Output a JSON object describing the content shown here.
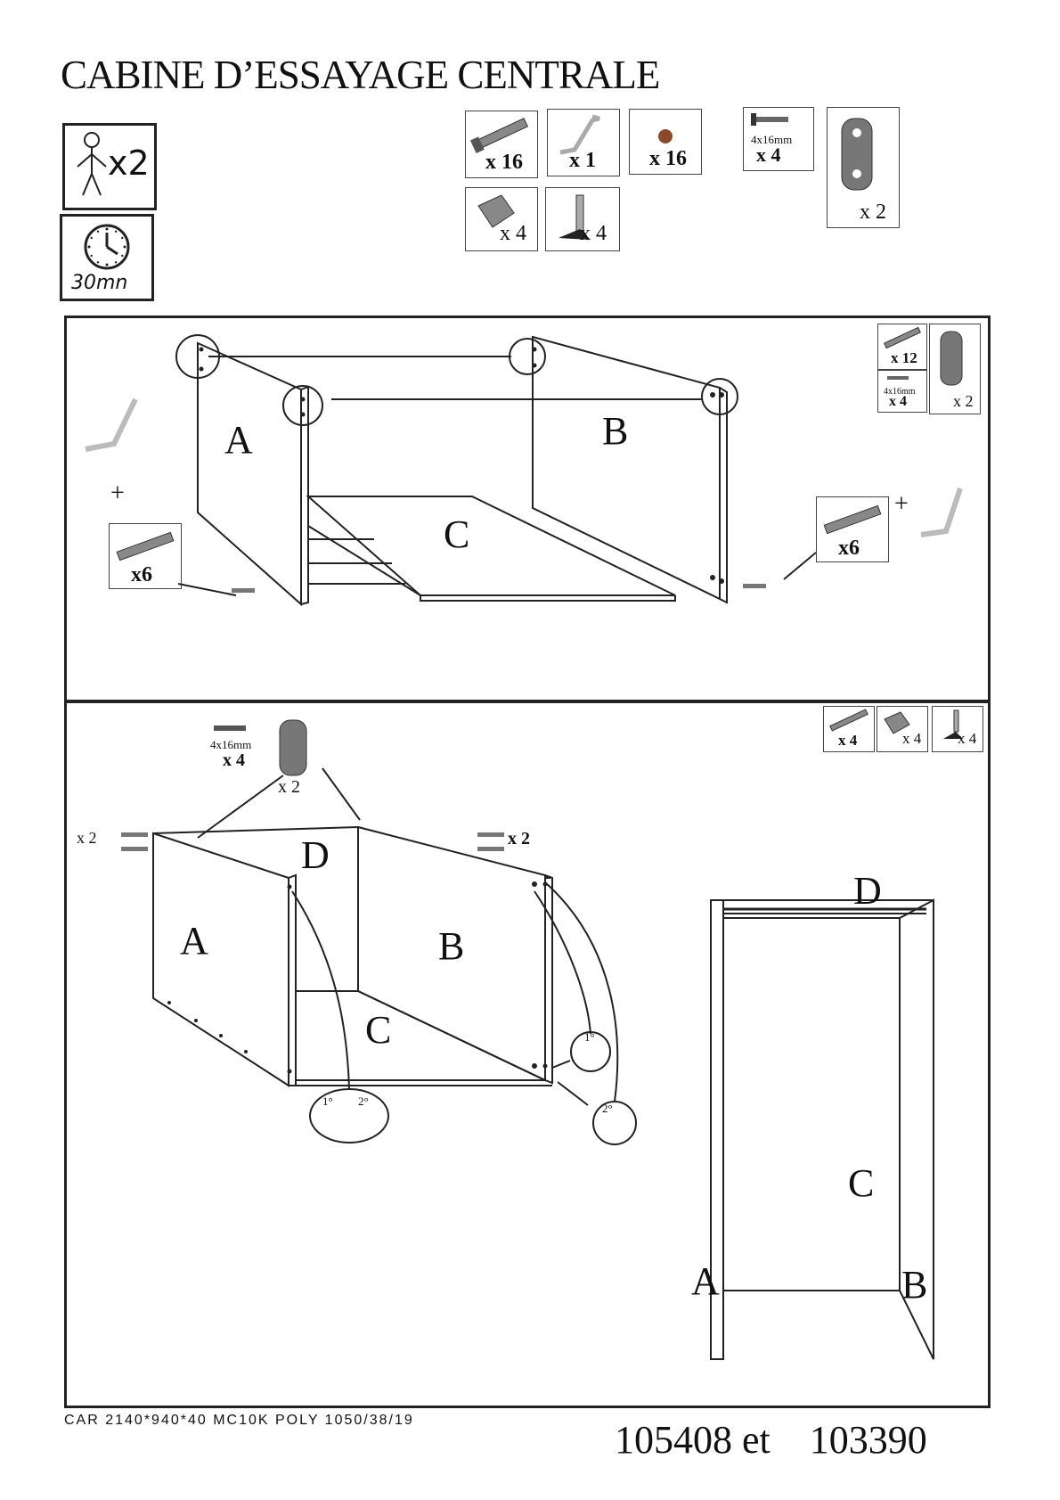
{
  "title": "CABINE D’ESSAYAGE CENTRALE",
  "info": {
    "persons": "x2",
    "time": "30mn",
    "person_icon": "person-icon",
    "clock_icon": "clock-icon"
  },
  "parts": [
    {
      "icon": "cam-bolt-icon",
      "qty": "x 16"
    },
    {
      "icon": "allen-key-icon",
      "qty": "x 1"
    },
    {
      "icon": "cover-cap-icon",
      "qty": "x 16"
    },
    {
      "icon": "screw-icon",
      "spec": "4x16mm",
      "qty": "x 4"
    },
    {
      "icon": "rail-bracket-icon",
      "qty": "x 2"
    },
    {
      "icon": "cam-lock-icon",
      "qty": "x 4"
    },
    {
      "icon": "connector-pin-icon",
      "qty": "x 4"
    }
  ],
  "step1": {
    "labels": {
      "a": "A",
      "b": "B",
      "c": "C"
    },
    "plus": "+",
    "parts": {
      "bolts": "x 12",
      "screws_spec": "4x16mm",
      "screws": "x 4",
      "brackets": "x 2"
    },
    "left_qty": "x6",
    "right_qty": "x6"
  },
  "step2": {
    "labels": {
      "a": "A",
      "b": "B",
      "c": "C",
      "d": "D"
    },
    "screw_spec": "4x16mm",
    "screw_qty": "x 4",
    "bracket_qty": "x 2",
    "left_bolts": "x 2",
    "right_bolts": "x 2",
    "parts": {
      "bolts": "x 4",
      "locks": "x 4",
      "pins": "x 4"
    },
    "order_1": "1°",
    "order_2": "2°"
  },
  "final": {
    "a": "A",
    "b": "B",
    "c": "C",
    "d": "D"
  },
  "footer": {
    "left": "CAR 2140*940*40 MC10K POLY 1050/38/19",
    "right": "105408 et    103390"
  }
}
